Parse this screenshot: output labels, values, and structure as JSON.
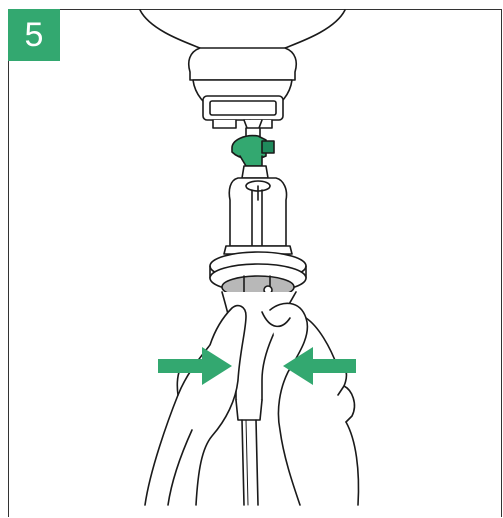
{
  "step": {
    "number": "5"
  },
  "colors": {
    "accent": "#33a870",
    "accent_dark": "#1f8a5c",
    "outline": "#1a1a1a",
    "frame": "#333333",
    "chamber_grey": "#b8b8b8"
  },
  "icons": {
    "squeeze_left": "arrow-right",
    "squeeze_right": "arrow-left"
  }
}
